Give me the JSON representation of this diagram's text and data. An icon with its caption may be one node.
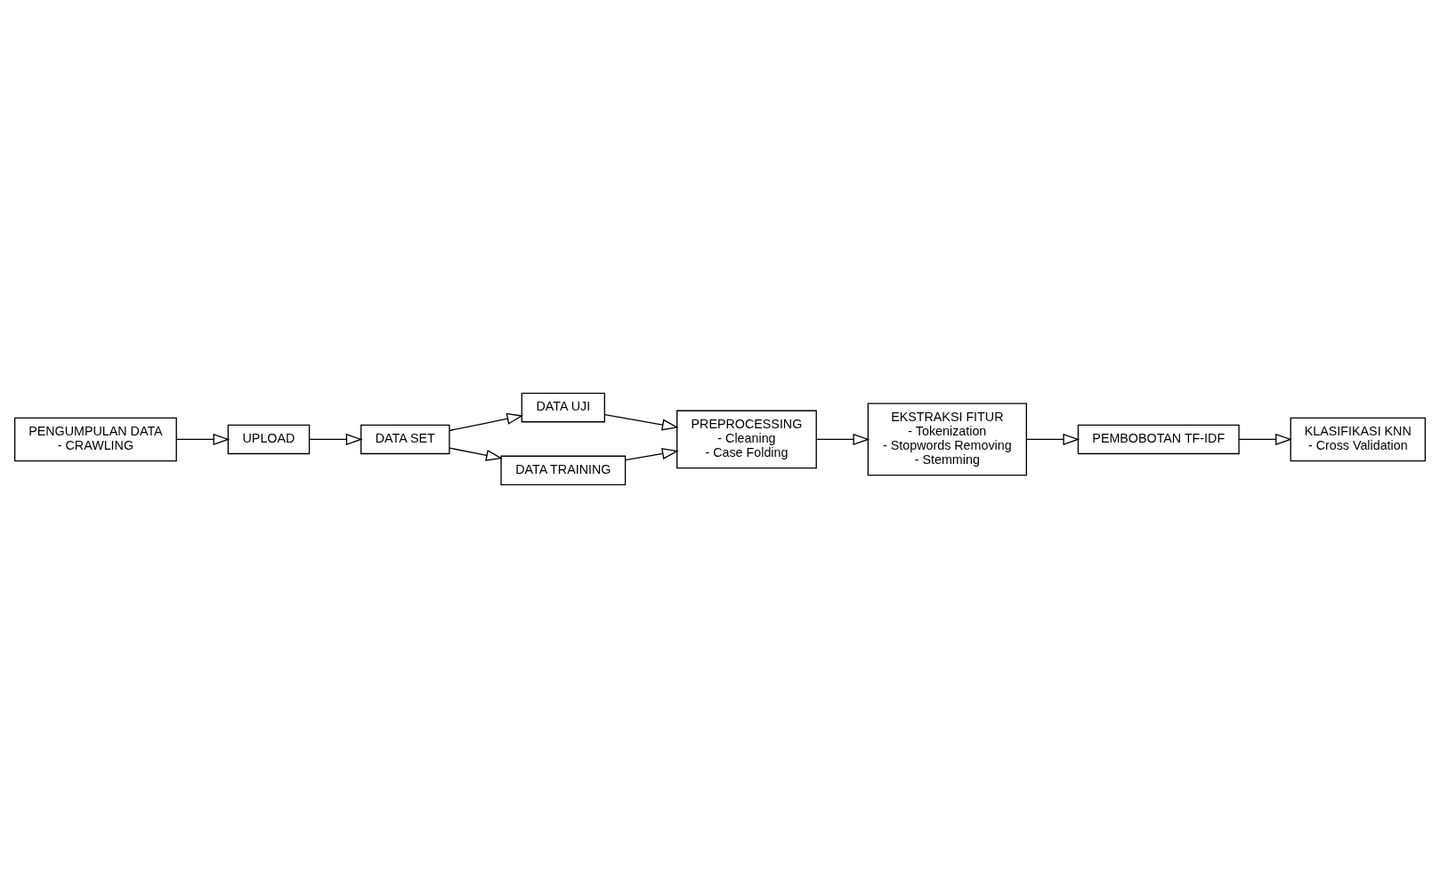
{
  "diagram": {
    "nodes": [
      {
        "text": [
          "PENGUMPULAN DATA",
          "- CRAWLING"
        ]
      },
      {
        "text": [
          "UPLOAD"
        ]
      },
      {
        "text": [
          "DATA SET"
        ]
      },
      {
        "text": [
          "DATA UJI"
        ]
      },
      {
        "text": [
          "DATA TRAINING"
        ]
      },
      {
        "text": [
          "PREPROCESSING",
          "- Cleaning",
          "- Case Folding"
        ]
      },
      {
        "text": [
          "EKSTRAKSI FITUR",
          "- Tokenization",
          "- Stopwords Removing",
          "- Stemming"
        ]
      },
      {
        "text": [
          "PEMBOBOTAN TF-IDF"
        ]
      },
      {
        "text": [
          "KLASIFIKASI KNN",
          "- Cross Validation"
        ]
      }
    ],
    "edges": [
      {
        "from": 0,
        "to": 1,
        "arrow": "to"
      },
      {
        "from": 1,
        "to": 2,
        "arrow": "to"
      },
      {
        "from": 2,
        "to": 3,
        "arrow": "to"
      },
      {
        "from": 2,
        "to": 4,
        "arrow": "to"
      },
      {
        "from": 3,
        "to": 5,
        "arrow": "to"
      },
      {
        "from": 4,
        "to": 5,
        "arrow": "to"
      },
      {
        "from": 5,
        "to": 6,
        "arrow": "to"
      },
      {
        "from": 6,
        "to": 7,
        "arrow": "to"
      },
      {
        "from": 7,
        "to": 8,
        "arrow": "to"
      }
    ]
  }
}
